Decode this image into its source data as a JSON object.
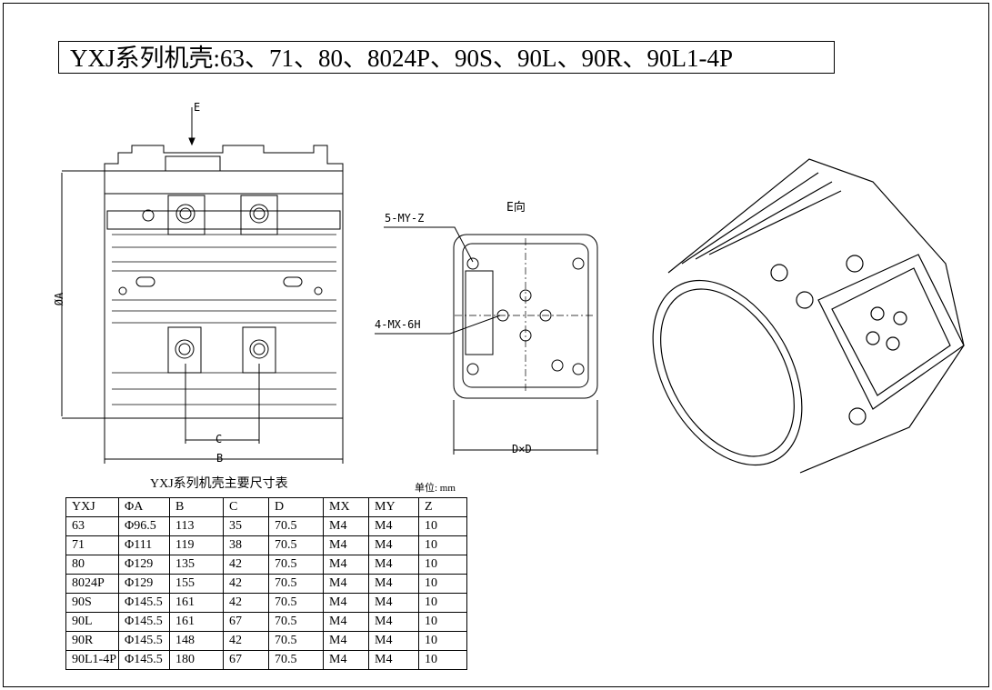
{
  "title": "YXJ系列机壳:63、71、80、8024P、90S、90L、90R、90L1-4P",
  "labels": {
    "E": "E",
    "phiA": "ØA",
    "C": "C",
    "B": "B",
    "e_view": "E向",
    "my": "5-MY-Z",
    "mx": "4-MX-6H",
    "dxd": "D×D"
  },
  "table": {
    "caption": "YXJ系列机壳主要尺寸表",
    "unit": "单位: mm",
    "headers": [
      "YXJ",
      "ΦA",
      "B",
      "C",
      "D",
      "MX",
      "MY",
      "Z"
    ],
    "rows": [
      [
        "63",
        "Φ96.5",
        "113",
        "35",
        "70.5",
        "M4",
        "M4",
        "10"
      ],
      [
        "71",
        "Φ111",
        "119",
        "38",
        "70.5",
        "M4",
        "M4",
        "10"
      ],
      [
        "80",
        "Φ129",
        "135",
        "42",
        "70.5",
        "M4",
        "M4",
        "10"
      ],
      [
        "8024P",
        "Φ129",
        "155",
        "42",
        "70.5",
        "M4",
        "M4",
        "10"
      ],
      [
        "90S",
        "Φ145.5",
        "161",
        "42",
        "70.5",
        "M4",
        "M4",
        "10"
      ],
      [
        "90L",
        "Φ145.5",
        "161",
        "67",
        "70.5",
        "M4",
        "M4",
        "10"
      ],
      [
        "90R",
        "Φ145.5",
        "148",
        "42",
        "70.5",
        "M4",
        "M4",
        "10"
      ],
      [
        "90L1-4P",
        "Φ145.5",
        "180",
        "67",
        "70.5",
        "M4",
        "M4",
        "10"
      ]
    ]
  }
}
